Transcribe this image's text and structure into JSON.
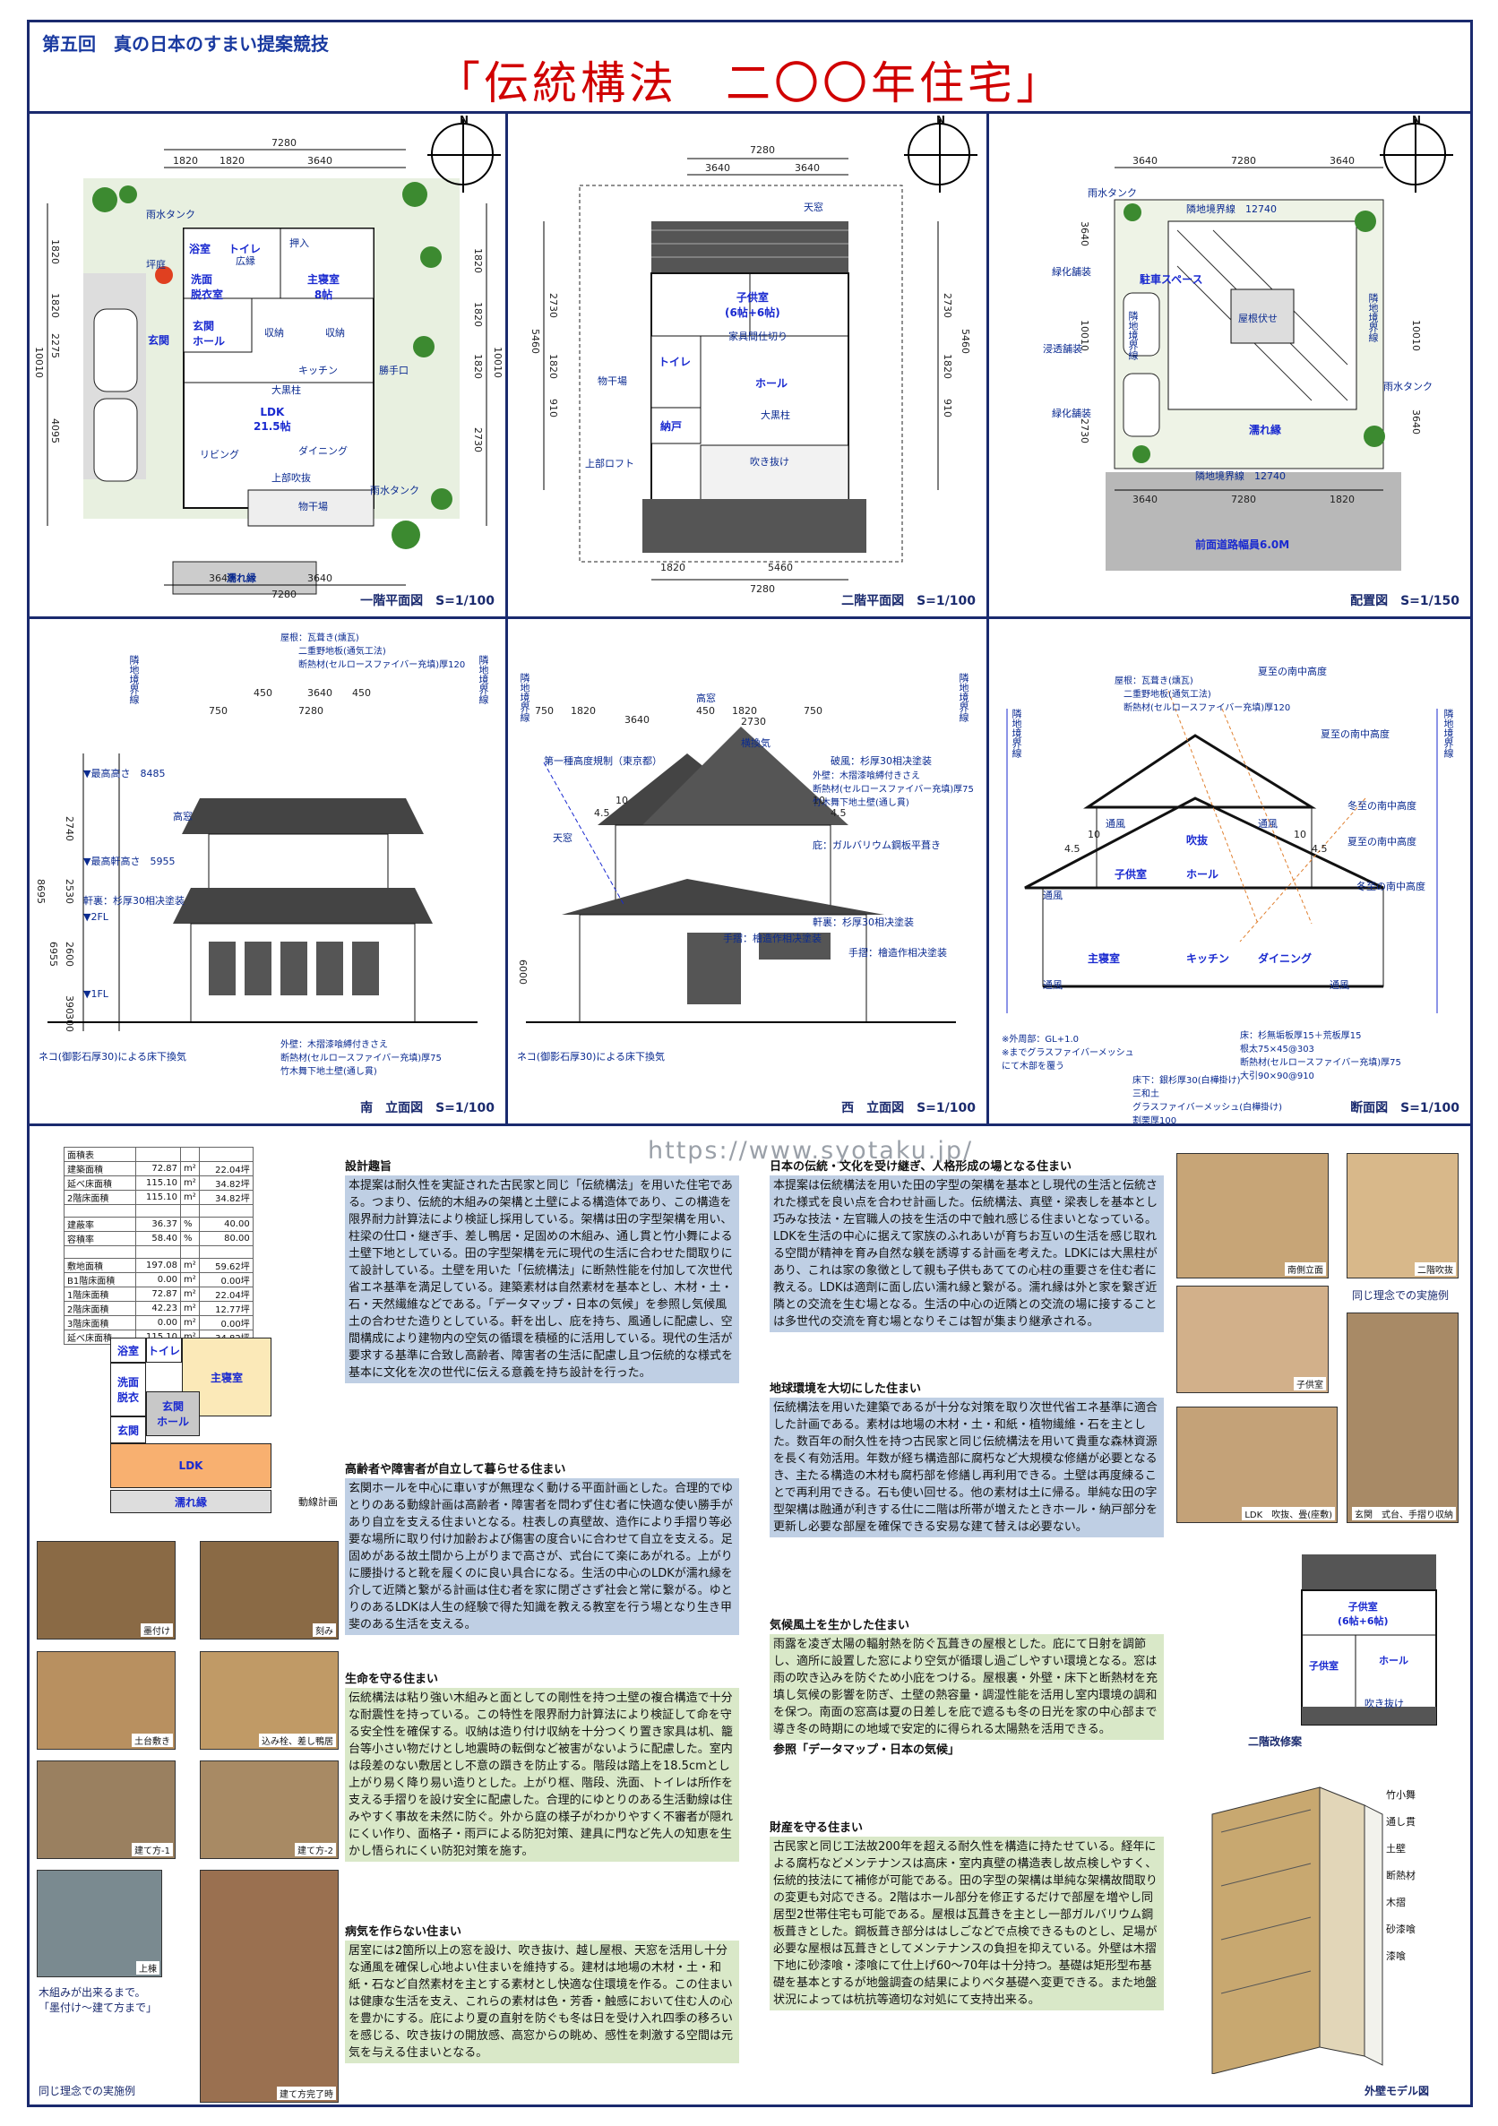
{
  "header": {
    "competition": "第五回　真の日本のすまい提案競技",
    "title": "「伝統構法　二〇〇年住宅」"
  },
  "plan1": {
    "caption": "一階平面図　S=1/100",
    "dims_top": [
      "7280",
      "1820",
      "1820",
      "3640"
    ],
    "dims_bottom": [
      "3640",
      "3640",
      "7280"
    ],
    "dims_left": [
      "1820",
      "1820",
      "2275",
      "4095",
      "10010"
    ],
    "dims_right": [
      "1820",
      "1820",
      "1820",
      "2730",
      "10010"
    ],
    "rooms": [
      "浴室",
      "トイレ",
      "洗面\n脱衣室",
      "主寝室\n8帖",
      "玄関\nホール",
      "玄関",
      "収納",
      "収納",
      "キッチン",
      "勝手口",
      "大黒柱",
      "LDK\n21.5帖",
      "リビング",
      "ダイニング",
      "上部吹抜",
      "濡れ縁",
      "物干場",
      "坪庭",
      "押入",
      "広縁"
    ],
    "notes": [
      "雨水タンク",
      "雨水タンク"
    ]
  },
  "plan2": {
    "caption": "二階平面図　S=1/100",
    "dims_top": [
      "7280",
      "3640",
      "3640"
    ],
    "dims_bottom": [
      "1820",
      "5460",
      "7280"
    ],
    "dims_left": [
      "2730",
      "1820",
      "910",
      "5460"
    ],
    "dims_right": [
      "2730",
      "1820",
      "910",
      "5460"
    ],
    "rooms": [
      "天窓",
      "子供室\n(6帖+6帖)",
      "家具間仕切り",
      "トイレ",
      "納戸",
      "ホール",
      "大黒柱",
      "物干場",
      "吹き抜け",
      "上部ロフト"
    ]
  },
  "site": {
    "caption": "配置図　S=1/150",
    "dims_top": [
      "3640",
      "7280",
      "3640"
    ],
    "dims_bottom": [
      "3640",
      "7280",
      "1820"
    ],
    "dims_left": [
      "3640",
      "10010",
      "2730"
    ],
    "dims_right": [
      "3640",
      "10010"
    ],
    "labels": [
      "雨水タンク",
      "隣地境界線　12740",
      "緑化舗装",
      "駐車スペース",
      "隣地境界線",
      "隣地境界線",
      "浸透舗装",
      "屋根伏せ",
      "雨水タンク",
      "緑化舗装",
      "濡れ縁",
      "隣地境界線　12740",
      "前面道路幅員6.0M"
    ]
  },
  "elev_s": {
    "caption": "南　立面図　S=1/100",
    "dims_top": [
      "750",
      "450",
      "3640",
      "450",
      "7280"
    ],
    "levels": [
      "▼最高高さ　8485",
      "▼最高軒高さ　5955",
      "▼2FL",
      "▼1FL"
    ],
    "vdims": [
      "2740",
      "2530",
      "2600",
      "390",
      "300",
      "8695",
      "6955"
    ],
    "notes": [
      "屋根：瓦葺き(燻瓦)\n　　二重野地板(通気工法)\n　　断熱材(セルロースファイバー充填)厚120",
      "高窓",
      "軒裏：杉厚30相决塗装",
      "外壁：木摺漆喰縛付きさえ\n断熱材(セルロースファイバー充填)厚75\n竹木舞下地土壁(通し貫)",
      "ネコ(御影石厚30)による床下換気",
      "隣地境界線",
      "隣地境界線"
    ]
  },
  "elev_w": {
    "caption": "西　立面図　S=1/100",
    "dims_top": [
      "750",
      "1820",
      "3640",
      "450",
      "1820",
      "2730",
      "750"
    ],
    "notes": [
      "高窓",
      "第一種高度規制（東京都）",
      "横換気",
      "破風：杉厚30相决塗装",
      "外壁：木摺漆喰縛付きさえ\n断熱材(セルロースファイバー充填)厚75\n竹木舞下地土壁(通し貫)",
      "天窓",
      "庇：ガルバリウム鋼板平葺き",
      "軒裏：杉厚30相决塗装",
      "手摺：檜造作相决塗装",
      "手摺：檜造作相决塗装",
      "ネコ(御影石厚30)による床下換気",
      "隣地境界線",
      "隣地境界線",
      "4.5",
      "10",
      "4.5",
      "10",
      "6000"
    ]
  },
  "section": {
    "caption": "断面図　S=1/100",
    "notes": [
      "夏至の南中高度",
      "屋根：瓦葺き(燻瓦)\n　二重野地板(通気工法)\n　断熱材(セルロースファイバー充填)厚120",
      "夏至の南中高度",
      "冬至の南中高度",
      "夏至の南中高度",
      "冬至の南中高度",
      "通風",
      "通風",
      "通風",
      "通風",
      "通風",
      "吹抜",
      "子供室",
      "ホール",
      "主寝室",
      "キッチン",
      "ダイニング",
      "※外周部：GL+1.0\n※までグラスファイバーメッシュ\nにて木部を覆う",
      "床：杉無垢板厚15＋荒板厚15\n根太75×45@303\n断熱材(セルロースファイバー充填)厚75\n大引90×90@910",
      "床下：銀杉厚30(白樺掛け)\n三和土\nグラスファイバーメッシュ(白樺掛け)\n割栗厚100",
      "隣地境界線",
      "隣地境界線",
      "4.5",
      "10",
      "10",
      "4.5"
    ]
  },
  "area_table": [
    [
      "面積表",
      "",
      "",
      ""
    ],
    [
      "建築面積",
      "72.87",
      "m²",
      "22.04坪"
    ],
    [
      "延べ床面積",
      "115.10",
      "m²",
      "34.82坪"
    ],
    [
      "2階床面積",
      "115.10",
      "m²",
      "34.82坪"
    ],
    [
      "",
      "",
      "",
      ""
    ],
    [
      "建蔽率",
      "36.37",
      "%",
      "40.00"
    ],
    [
      "容積率",
      "58.40",
      "%",
      "80.00"
    ],
    [
      "",
      "",
      "",
      ""
    ],
    [
      "敷地面積",
      "197.08",
      "m²",
      "59.62坪"
    ],
    [
      "B1階床面積",
      "0.00",
      "m²",
      "0.00坪"
    ],
    [
      "1階床面積",
      "72.87",
      "m²",
      "22.04坪"
    ],
    [
      "2階床面積",
      "42.23",
      "m²",
      "12.77坪"
    ],
    [
      "3階床面積",
      "0.00",
      "m²",
      "0.00坪"
    ],
    [
      "延べ床面積",
      "115.10",
      "m²",
      "34.82坪"
    ]
  ],
  "flow": {
    "rooms": [
      "浴室",
      "トイレ",
      "洗面\n脱衣",
      "主寝室",
      "玄関\nホール",
      "玄関",
      "LDK",
      "濡れ縁"
    ],
    "caption": "動線計画"
  },
  "photos_left": [
    "墨付け",
    "刻み",
    "土台敷き",
    "込み栓、差し鴨居",
    "建て方-1",
    "建て方-2",
    "上棟",
    "建て方完了時"
  ],
  "photos_left_note": "木組みが出来るまで。\n「墨付け～建て方まで」",
  "photos_left_caption": "同じ理念での実施例",
  "watermark": "https://www.syotaku.jp/",
  "text1": {
    "title": "設計趣旨",
    "body": "本提案は耐久性を実証された古民家と同じ「伝統構法」を用いた住宅である。つまり、伝統的木組みの架構と土壁による構造体であり、この構造を限界耐力計算法により検証し採用している。架構は田の字型架構を用い、柱梁の仕口・継ぎ手、差し鴨居・足固めの木組み、通し貫と竹小舞による土壁下地としている。田の字型架構を元に現代の生活に合わせた間取りにて設計している。土壁を用いた「伝統構法」に断熱性能を付加して次世代省エネ基準を満足している。建築素材は自然素材を基本とし、木材・土・石・天然繊維などである。「データマップ・日本の気候」を参照し気候風土の合わせた造りとしている。軒を出し、庇を持ち、風通しに配慮し、空間構成により建物内の空気の循環を積極的に活用している。現代の生活が要求する基準に合致し高齢者、障害者の生活に配慮し且つ伝統的な様式を基本に文化を次の世代に伝える意義を持ち設計を行った。"
  },
  "text2": {
    "title": "高齢者や障害者が自立して暮らせる住まい",
    "body": "玄関ホールを中心に車いすが無理なく動ける平面計画とした。合理的でゆとりのある動線計画は高齢者・障害者を問わず住む者に快適な使い勝手があり自立を支える住まいとなる。柱表しの真壁故、造作により手摺り等必要な場所に取り付け加齢および傷害の度合いに合わせて自立を支える。足固めがある故土間から上がりまで高さが、式台にて楽にあがれる。上がりに腰掛けると靴を履くのに良い具合になる。生活の中心のLDKが濡れ縁を介して近隣と繋がる計画は住む者を家に閉ざさず社会と常に繋がる。ゆとりのあるLDKは人生の経験で得た知識を教える教室を行う場となり生き甲斐のある生活を支える。"
  },
  "text3": {
    "title": "生命を守る住まい",
    "body": "伝統構法は粘り強い木組みと面としての剛性を持つ土壁の複合構造で十分な耐震性を持っている。この特性を限界耐力計算法により検証して命を守る安全性を確保する。収納は造り付け収納を十分つくり置き家具は机、籠台等小さい物だけとし地震時の転倒など被害がないように配慮した。室内は段差のない敷居とし不意の躓きを防止する。階段は踏上を18.5cmとし上がり易く降り易い造りとした。上がり框、階段、洗面、トイレは所作を支える手摺りを設け安全に配慮した。合理的にゆとりのある生活動線は住みやすく事故を未然に防ぐ。外から庭の様子がわかりやすく不審者が隠れにくい作り、面格子・雨戸による防犯対策、建具に門など先人の知恵を生かし悟られにくい防犯対策を施す。"
  },
  "text4": {
    "title": "病気を作らない住まい",
    "body": "居室には2箇所以上の窓を設け、吹き抜け、越し屋根、天窓を活用し十分な通風を確保し心地よい住まいを維持する。建材は地場の木材・土・和紙・石など自然素材を主とする素材とし快適な住環境を作る。この住まいは健康な生活を支え、これらの素材は色・芳香・触感において住む人の心を豊かにする。庇により夏の直射を防ぐも冬は日を受け入れ四季の移ろいを感じる、吹き抜けの開放感、高窓からの眺め、感性を刺激する空間は元気を与える住まいとなる。"
  },
  "text5": {
    "title": "日本の伝統・文化を受け継ぎ、人格形成の場となる住まい",
    "body": "本提案は伝統構法を用いた田の字型の架構を基本とし現代の生活と伝統された様式を良い点を合わせ計画した。伝統構法、真壁・梁表しを基本とし巧みな技法・左官職人の技を生活の中で触れ感じる住まいとなっている。LDKを生活の中心に据えて家族のふれあいが育ちお互いの生活を感じ取れる空間が精神を育み自然な躾を誘導する計画を考えた。LDKには大黒柱があり、これは家の象徴として親も子供もあてての心柱の重要さを住む者に教える。LDKは適劑に面し広い濡れ縁と繋がる。濡れ縁は外と家を繋ぎ近隣との交流を生む場となる。生活の中心の近隣との交流の場に接することは多世代の交流を育む場となりそこは智が集まり継承される。"
  },
  "text6": {
    "title": "地球環境を大切にした住まい",
    "body": "伝統構法を用いた建築であるが十分な対策を取り次世代省エネ基準に適合した計画である。素材は地場の木材・土・和紙・植物繊維・石を主とした。数百年の耐久性を持つ古民家と同じ伝統構法を用いて貴重な森林資源を長く有効活用。年数が経ち構造部に腐朽など大規模な修繕が必要となるき、主たる構造の木材も腐朽部を修繕し再利用できる。土壁は再度練ることで再利用できる。石も使い回せる。他の素材は土に帰る。単純な田の字型架構は融通が利きする仕に二階は所帯が増えたときホール・納戸部分を更新し必要な部屋を確保できる安易な建て替えは必要ない。"
  },
  "text7": {
    "title": "気候風土を生かした住まい",
    "body": "雨露を凌ぎ太陽の輻射熱を防ぐ瓦葺きの屋根とした。庇にて日射を調節し、適所に設置した窓により空気が循環し過ごしやすい環境となる。窓は雨の吹き込みを防ぐため小庇をつける。屋根裏・外壁・床下と断熱材を充填し気候の影響を防ぎ、土壁の熱容量・調湿性能を活用し室内環境の調和を保つ。南面の窓高は夏の日差しを庇で遮るも冬の日光を家の中心部まで導き冬の時期にの地域で安定的に得られる太陽熱を活用できる。",
    "ref": "参照「データマップ・日本の気候」"
  },
  "text8": {
    "title": "財産を守る住まい",
    "body": "古民家と同じ工法故200年を超える耐久性を構造に持たせている。経年による腐朽などメンテナンスは高床・室内真壁の構造表し故点検しやすく、伝統的技法にて補修が可能である。田の字型の架構は単純な架構故間取りの変更も対応できる。2階はホール部分を修正するだけで部屋を増やし同居型2世帯住宅も可能である。屋根は瓦葺きを主とし一部ガルバリウム鋼板葺きとした。鋼板葺き部分ははしごなどで点検できるものとし、足場が必要な屋根は瓦葺きとしてメンテナンスの負担を抑えている。外壁は木摺下地に砂漆喰・漆喰にて仕上げ60～70年は十分持つ。基礎は矩形型布基礎を基本とするが地盤調査の結果によりベタ基礎へ変更できる。また地盤状況によっては杭抗等適切な対処にて支持出来る。"
  },
  "photos_right": [
    "南側立面",
    "二階吹抜",
    "子供室",
    "LDK　吹抜、畳(座敷)",
    "玄関　式台、手摺り収納"
  ],
  "photos_right_caption": "同じ理念での実施例",
  "plan2_alt": {
    "rooms": [
      "子供室\n(6帖+6帖)",
      "子供室",
      "ホール",
      "吹き抜け"
    ],
    "caption": "二階改修案"
  },
  "wall_model": {
    "labels": [
      "竹小舞",
      "通し貫",
      "土壁",
      "断熱材",
      "木摺",
      "砂漆喰",
      "漆喰"
    ],
    "caption": "外壁モデル図"
  }
}
